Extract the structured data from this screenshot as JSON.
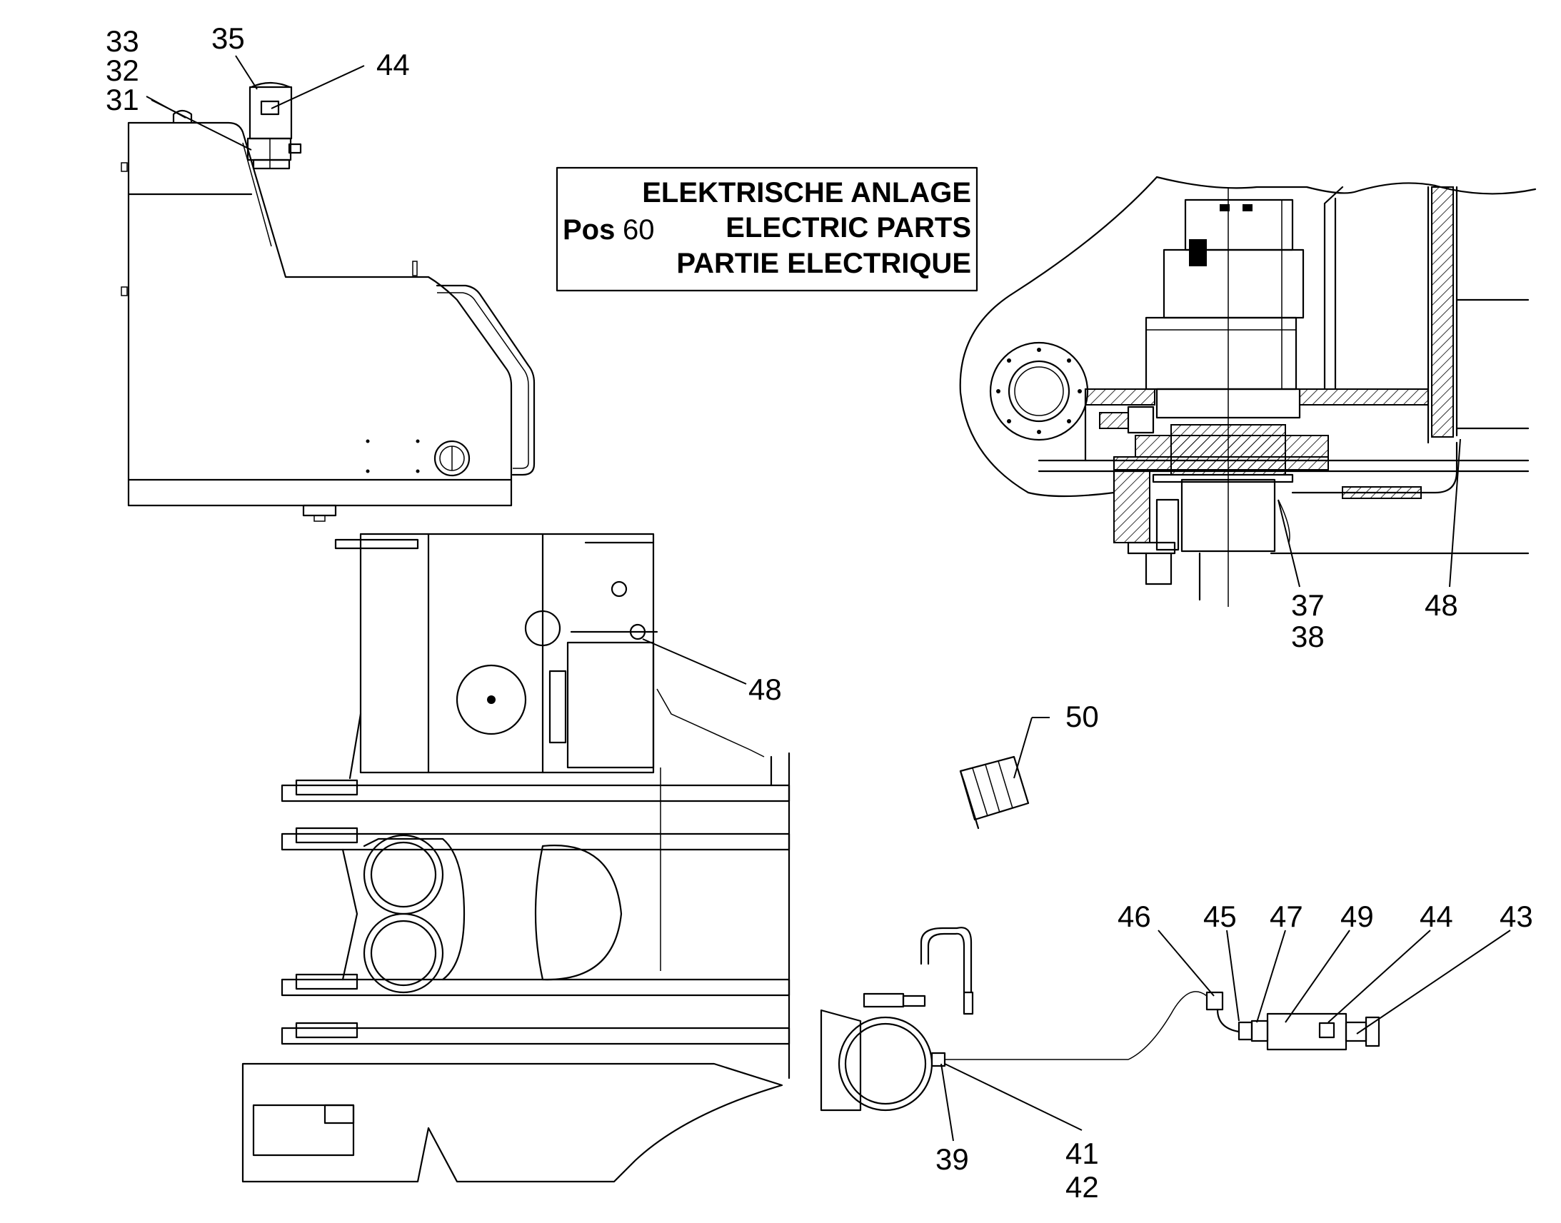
{
  "title_block": {
    "pos_label": "Pos",
    "pos_number": "60",
    "lines": [
      "ELEKTRISCHE ANLAGE",
      "ELECTRIC PARTS",
      "PARTIE ELECTRIQUE"
    ]
  },
  "callouts": [
    {
      "id": "c33",
      "text": "33"
    },
    {
      "id": "c32",
      "text": "32"
    },
    {
      "id": "c31",
      "text": "31"
    },
    {
      "id": "c35",
      "text": "35"
    },
    {
      "id": "c44a",
      "text": "44"
    },
    {
      "id": "c48a",
      "text": "48"
    },
    {
      "id": "c37",
      "text": "37"
    },
    {
      "id": "c38",
      "text": "38"
    },
    {
      "id": "c48b",
      "text": "48"
    },
    {
      "id": "c50",
      "text": "50"
    },
    {
      "id": "c46",
      "text": "46"
    },
    {
      "id": "c45",
      "text": "45"
    },
    {
      "id": "c47",
      "text": "47"
    },
    {
      "id": "c49",
      "text": "49"
    },
    {
      "id": "c44b",
      "text": "44"
    },
    {
      "id": "c43",
      "text": "43"
    },
    {
      "id": "c39",
      "text": "39"
    },
    {
      "id": "c41",
      "text": "41"
    },
    {
      "id": "c42",
      "text": "42"
    }
  ]
}
